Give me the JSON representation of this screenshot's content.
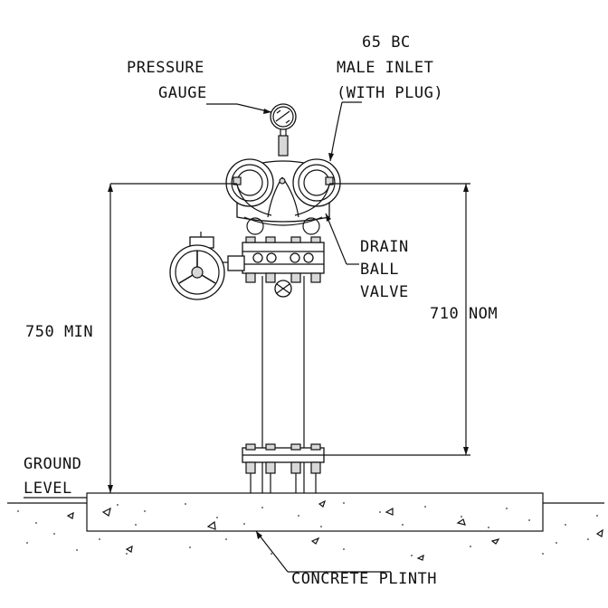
{
  "labels": {
    "pressure_gauge_line1": "PRESSURE",
    "pressure_gauge_line2": "GAUGE",
    "inlet_line1": "65 BC",
    "inlet_line2": "MALE INLET",
    "inlet_line3": "(WITH PLUG)",
    "drain_line1": "DRAIN",
    "drain_line2": "BALL",
    "drain_line3": "VALVE",
    "dim_min": "750 MIN",
    "dim_nom": "710 NOM",
    "ground_line1": "GROUND",
    "ground_line2": "LEVEL",
    "plinth": "CONCRETE PLINTH"
  },
  "colors": {
    "line": "#111111",
    "background": "#ffffff"
  }
}
